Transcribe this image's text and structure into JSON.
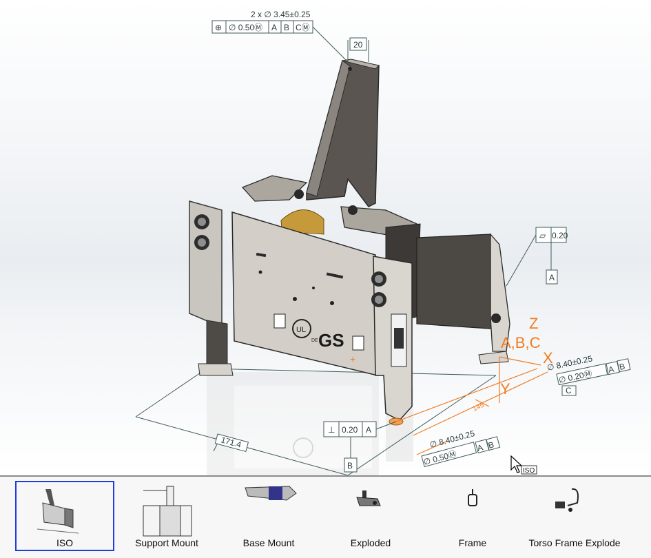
{
  "model_view": {
    "annotations": {
      "hole_callout": "2 x ∅ 3.45±0.25",
      "hole_position_tol": "∅ 0.50Ⓜ",
      "datum_a": "A",
      "datum_b": "B",
      "datum_cm": "CⓂ",
      "dim_top": "20",
      "flatness": "0.20",
      "datum_a_side": "A",
      "perp_tol": "0.20",
      "perp_datum": "A",
      "datum_b_box": "B",
      "dim_bottom_left": "171.4",
      "dim_orange_vertical": "145",
      "right_hole_callout": "∅ 8.40±0.25",
      "right_hole_tol": "∅ 0.20Ⓜ",
      "right_datum_a": "A",
      "right_datum_b": "B",
      "datum_c_box": "C",
      "bottom_hole_callout": "∅ 8.40±0.25",
      "bottom_hole_tol": "∅ 0.50Ⓜ",
      "bottom_datum_a": "A",
      "bottom_datum_b": "B",
      "axis_z": "Z",
      "axis_x": "X",
      "axis_y": "Y",
      "datum_ref": "A,B,C",
      "logo_ul": "UL",
      "logo_gs": "GS",
      "logo_de": "DE"
    },
    "colors": {
      "annotation": "#3d5a58",
      "reference_axes": "#f07c22",
      "selection_border": "#1e3ddc"
    }
  },
  "cursor_hint_label": "ISO",
  "view_palette": {
    "views": [
      {
        "label": "ISO",
        "icon": "iso-view-thumbnail",
        "selected": true
      },
      {
        "label": "Support Mount",
        "icon": "support-mount-thumbnail",
        "selected": false
      },
      {
        "label": "Base Mount",
        "icon": "base-mount-thumbnail",
        "selected": false
      },
      {
        "label": "Exploded",
        "icon": "exploded-thumbnail",
        "selected": false
      },
      {
        "label": "Frame",
        "icon": "frame-thumbnail",
        "selected": false
      },
      {
        "label": "Torso Frame Explode",
        "icon": "torso-frame-explode-thumbnail",
        "selected": false
      }
    ]
  }
}
